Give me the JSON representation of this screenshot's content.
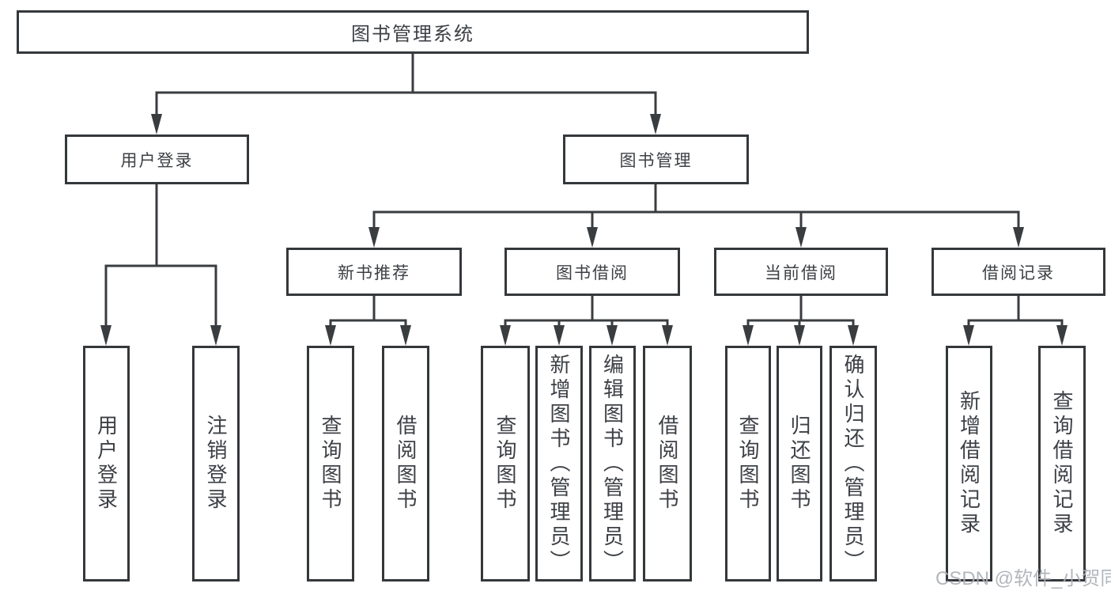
{
  "colors": {
    "line": "#3a3d40",
    "border": "#35383b",
    "text": "#3d4045",
    "bg": "#ffffff",
    "watermark": "#aab0b5"
  },
  "watermark": "CSDN @软件_小贺同学",
  "tree": {
    "label": "图书管理系统",
    "children": [
      {
        "label": "用户登录",
        "children": [
          {
            "label": "用户登录"
          },
          {
            "label": "注销登录"
          }
        ]
      },
      {
        "label": "图书管理",
        "children": [
          {
            "label": "新书推荐",
            "children": [
              {
                "label": "查询图书"
              },
              {
                "label": "借阅图书"
              }
            ]
          },
          {
            "label": "图书借阅",
            "children": [
              {
                "label": "查询图书"
              },
              {
                "label": "新增图书（管理员）"
              },
              {
                "label": "编辑图书（管理员）"
              },
              {
                "label": "借阅图书"
              }
            ]
          },
          {
            "label": "当前借阅",
            "children": [
              {
                "label": "查询图书"
              },
              {
                "label": "归还图书"
              },
              {
                "label": "确认归还（管理员）"
              }
            ]
          },
          {
            "label": "借阅记录",
            "children": [
              {
                "label": "新增借阅记录"
              },
              {
                "label": "查询借阅记录"
              }
            ]
          }
        ]
      }
    ]
  }
}
